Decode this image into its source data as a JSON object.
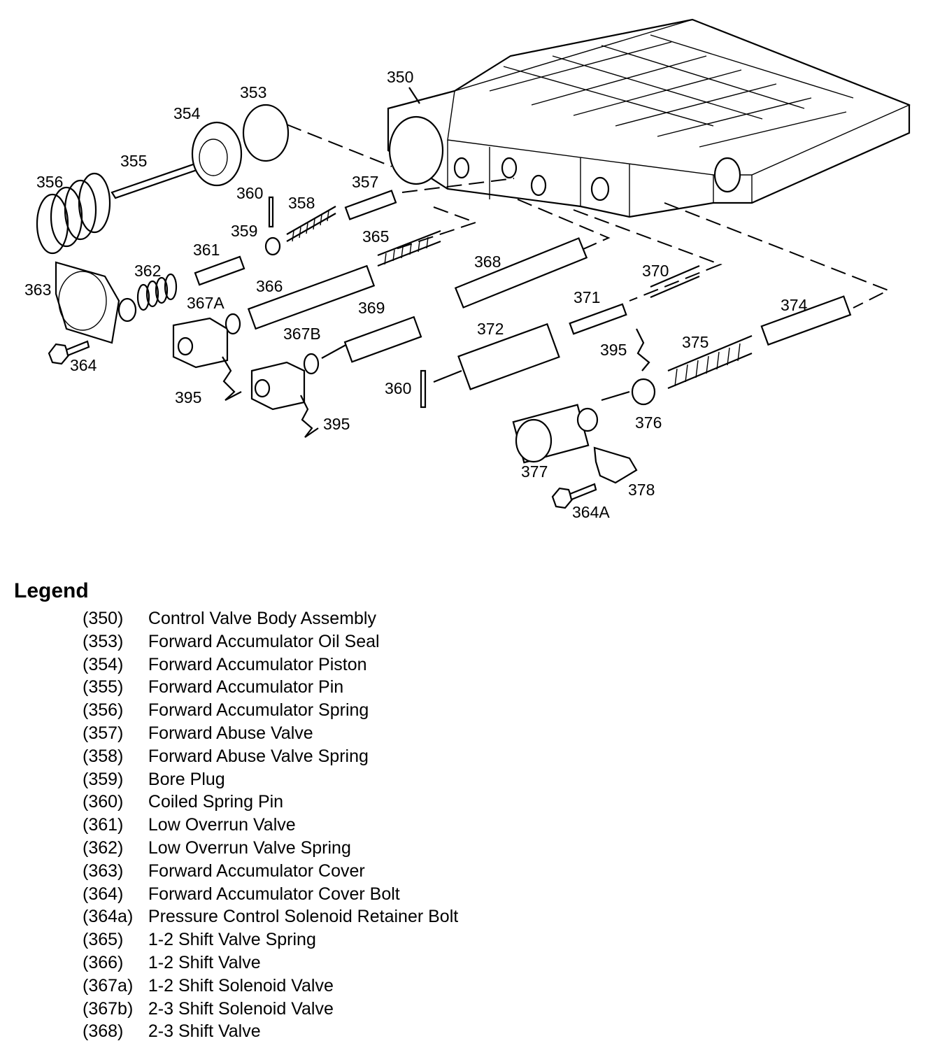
{
  "diagram": {
    "callouts": [
      {
        "id": "c350",
        "text": "350"
      },
      {
        "id": "c353",
        "text": "353"
      },
      {
        "id": "c354",
        "text": "354"
      },
      {
        "id": "c355",
        "text": "355"
      },
      {
        "id": "c356",
        "text": "356"
      },
      {
        "id": "c360a",
        "text": "360"
      },
      {
        "id": "c357",
        "text": "357"
      },
      {
        "id": "c358",
        "text": "358"
      },
      {
        "id": "c359",
        "text": "359"
      },
      {
        "id": "c365",
        "text": "365"
      },
      {
        "id": "c361",
        "text": "361"
      },
      {
        "id": "c368",
        "text": "368"
      },
      {
        "id": "c362",
        "text": "362"
      },
      {
        "id": "c370",
        "text": "370"
      },
      {
        "id": "c363",
        "text": "363"
      },
      {
        "id": "c366",
        "text": "366"
      },
      {
        "id": "c371",
        "text": "371"
      },
      {
        "id": "c367A",
        "text": "367A"
      },
      {
        "id": "c369",
        "text": "369"
      },
      {
        "id": "c374",
        "text": "374"
      },
      {
        "id": "c372",
        "text": "372"
      },
      {
        "id": "c367B",
        "text": "367B"
      },
      {
        "id": "c395a",
        "text": "395"
      },
      {
        "id": "c375",
        "text": "375"
      },
      {
        "id": "c364",
        "text": "364"
      },
      {
        "id": "c360b",
        "text": "360"
      },
      {
        "id": "c395b",
        "text": "395"
      },
      {
        "id": "c395c",
        "text": "395"
      },
      {
        "id": "c376",
        "text": "376"
      },
      {
        "id": "c377",
        "text": "377"
      },
      {
        "id": "c378",
        "text": "378"
      },
      {
        "id": "c364A",
        "text": "364A"
      }
    ]
  },
  "legend": {
    "title": "Legend",
    "items": [
      {
        "code": "(350)",
        "label": "Control Valve Body Assembly"
      },
      {
        "code": "(353)",
        "label": "Forward Accumulator Oil Seal"
      },
      {
        "code": "(354)",
        "label": "Forward Accumulator Piston"
      },
      {
        "code": "(355)",
        "label": "Forward Accumulator Pin"
      },
      {
        "code": "(356)",
        "label": "Forward Accumulator Spring"
      },
      {
        "code": "(357)",
        "label": "Forward Abuse Valve"
      },
      {
        "code": "(358)",
        "label": "Forward Abuse Valve Spring"
      },
      {
        "code": "(359)",
        "label": "Bore Plug"
      },
      {
        "code": "(360)",
        "label": "Coiled Spring Pin"
      },
      {
        "code": "(361)",
        "label": "Low Overrun Valve"
      },
      {
        "code": "(362)",
        "label": "Low Overrun Valve Spring"
      },
      {
        "code": "(363)",
        "label": "Forward Accumulator Cover"
      },
      {
        "code": "(364)",
        "label": "Forward Accumulator Cover Bolt"
      },
      {
        "code": "(364a)",
        "label": "Pressure Control Solenoid Retainer Bolt"
      },
      {
        "code": "(365)",
        "label": "1-2 Shift Valve Spring"
      },
      {
        "code": "(366)",
        "label": "1-2 Shift Valve"
      },
      {
        "code": "(367a)",
        "label": "1-2 Shift Solenoid Valve"
      },
      {
        "code": "(367b)",
        "label": "2-3 Shift Solenoid Valve"
      },
      {
        "code": "(368)",
        "label": "2-3 Shift Valve"
      }
    ]
  }
}
